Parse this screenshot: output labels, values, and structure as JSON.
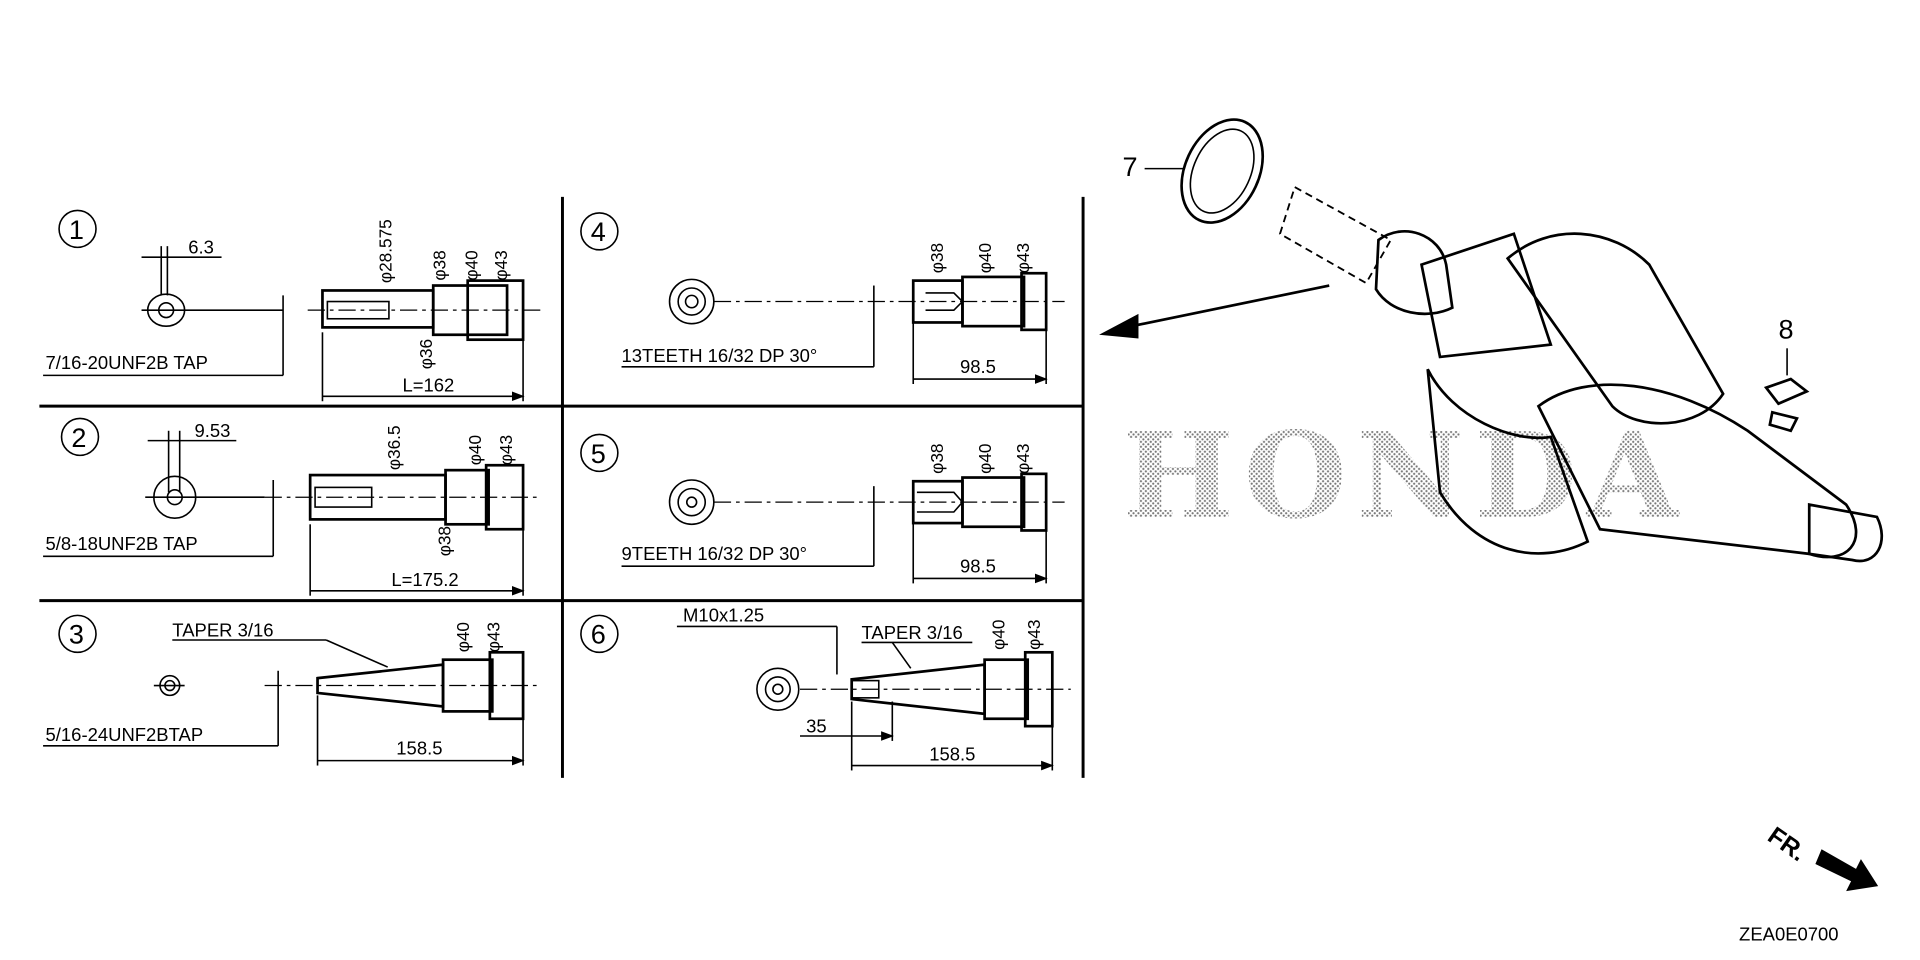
{
  "panels": [
    {
      "number": "1",
      "thread": "7/16-20UNF2B TAP",
      "key_width": "6.3",
      "length": "L=162",
      "diameters": [
        "φ28.575",
        "φ38",
        "φ40",
        "φ43",
        "φ36"
      ]
    },
    {
      "number": "2",
      "thread": "5/8-18UNF2B TAP",
      "key_width": "9.53",
      "length": "L=175.2",
      "diameters": [
        "φ36.5",
        "φ40",
        "φ43",
        "φ38"
      ]
    },
    {
      "number": "3",
      "thread": "5/16-24UNF2BTAP",
      "taper": "TAPER 3/16",
      "length": "158.5",
      "diameters": [
        "φ40",
        "φ43"
      ]
    },
    {
      "number": "4",
      "spline": "13TEETH 16/32 DP 30°",
      "length": "98.5",
      "diameters": [
        "φ38",
        "φ40",
        "φ43"
      ]
    },
    {
      "number": "5",
      "spline": "9TEETH 16/32 DP 30°",
      "length": "98.5",
      "diameters": [
        "φ38",
        "φ40",
        "φ43"
      ]
    },
    {
      "number": "6",
      "thread": "M10x1.25",
      "taper": "TAPER 3/16",
      "offset": "35",
      "length": "158.5",
      "diameters": [
        "φ40",
        "φ43"
      ]
    }
  ],
  "callouts": {
    "part7": "7",
    "part8": "8"
  },
  "watermark": "HONDA",
  "front_indicator": "FR.",
  "diagram_code": "ZEA0E0700"
}
